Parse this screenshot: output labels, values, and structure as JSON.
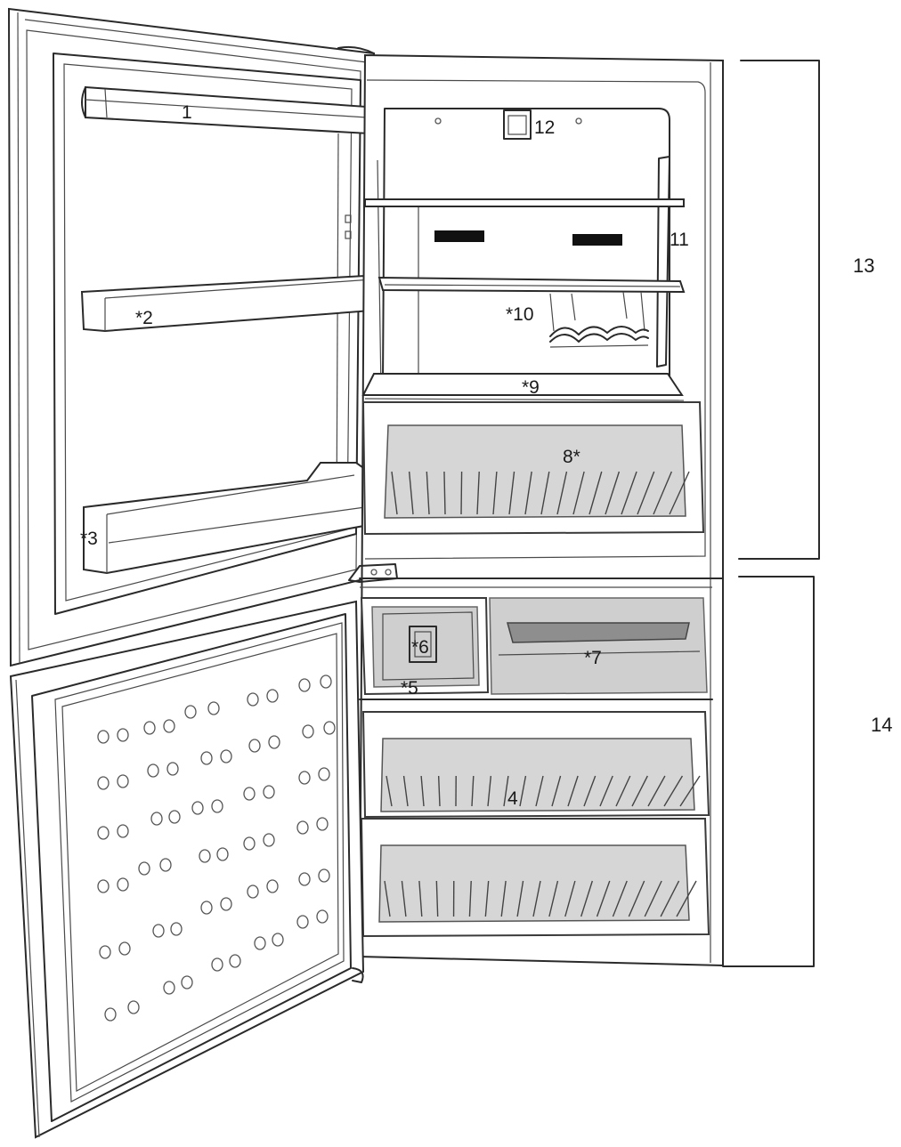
{
  "diagram": {
    "callouts": [
      {
        "id": "c1",
        "text": "1"
      },
      {
        "id": "c2",
        "text": "*2"
      },
      {
        "id": "c3",
        "text": "*3"
      },
      {
        "id": "c4",
        "text": "4"
      },
      {
        "id": "c5",
        "text": "*5"
      },
      {
        "id": "c6",
        "text": "*6"
      },
      {
        "id": "c7",
        "text": "*7"
      },
      {
        "id": "c8",
        "text": "8*"
      },
      {
        "id": "c9",
        "text": "*9"
      },
      {
        "id": "c10",
        "text": "*10"
      },
      {
        "id": "c11",
        "text": "11"
      },
      {
        "id": "c12",
        "text": "12"
      }
    ],
    "zones": [
      {
        "id": "z13",
        "text": "13"
      },
      {
        "id": "z14",
        "text": "14"
      }
    ]
  }
}
